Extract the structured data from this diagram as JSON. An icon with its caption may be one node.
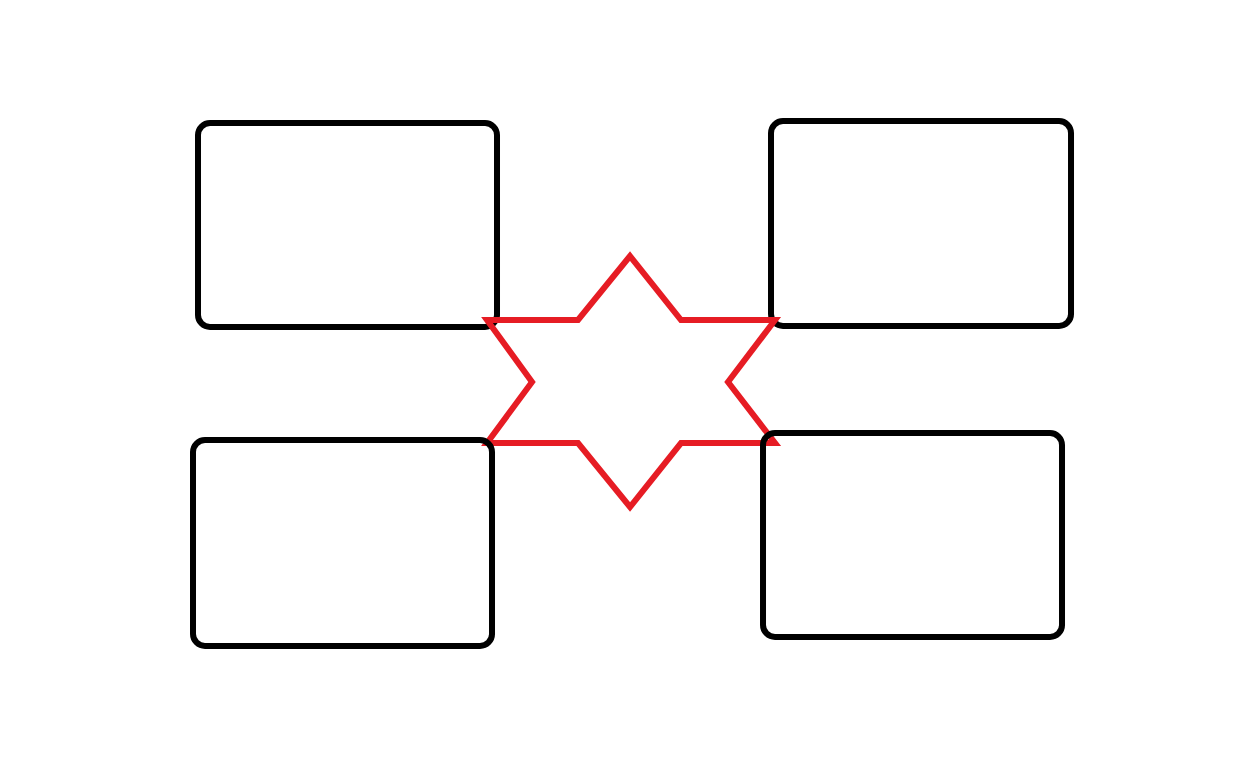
{
  "diagram": {
    "nodes": [
      {
        "text": [],
        "shape": "box"
      },
      {
        "text": [],
        "shape": "box"
      },
      {
        "text": [],
        "shape": "star"
      },
      {
        "text": [],
        "shape": "box"
      },
      {
        "text": [],
        "shape": "box"
      }
    ]
  }
}
